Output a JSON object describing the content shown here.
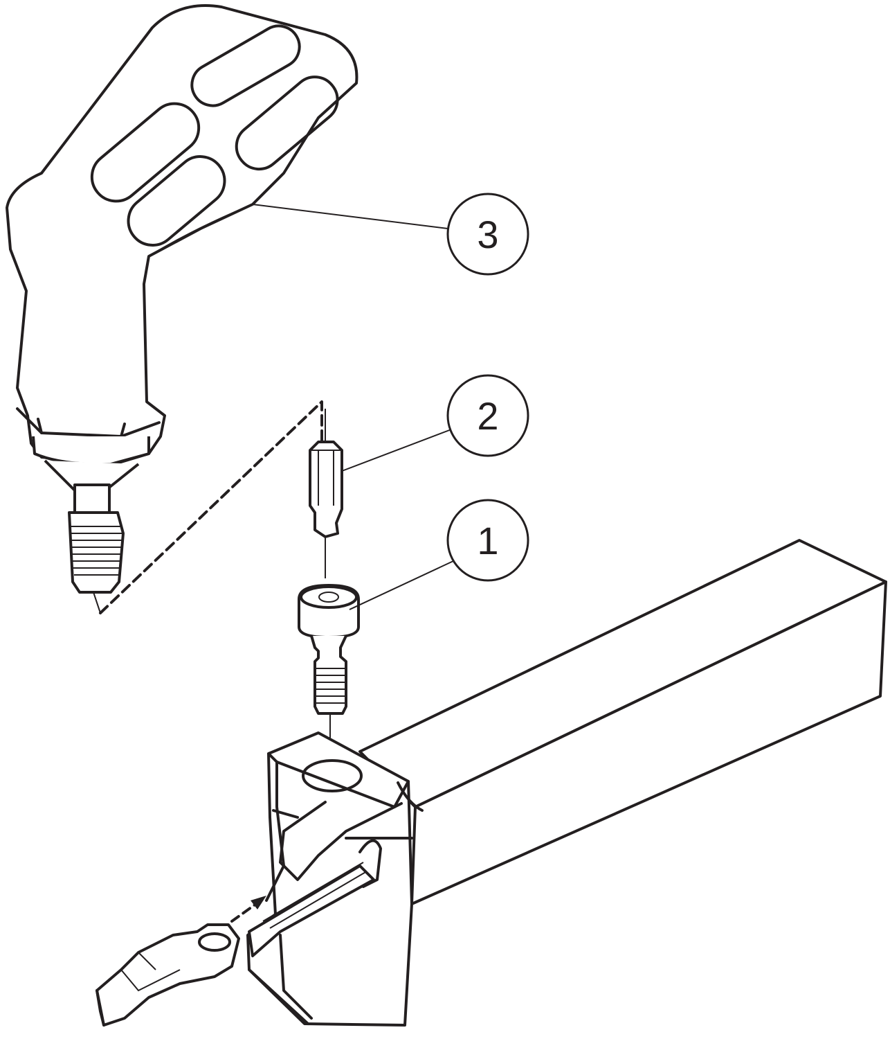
{
  "diagram": {
    "callouts": [
      {
        "id": "1",
        "label": "1",
        "part": "screw"
      },
      {
        "id": "2",
        "label": "2",
        "part": "torx-bit"
      },
      {
        "id": "3",
        "label": "3",
        "part": "torque-handle"
      }
    ],
    "line_color": "#231f20"
  }
}
